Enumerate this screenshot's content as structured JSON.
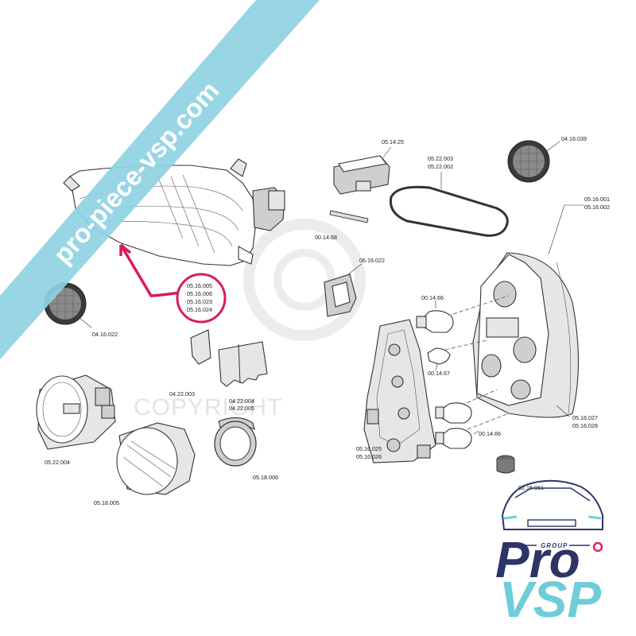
{
  "watermark": {
    "copyright": "COPYRIGHT"
  },
  "banner": {
    "text": "pro-piece-vsp.com",
    "color": "#8fd3e3"
  },
  "highlight": {
    "color": "#d81b60",
    "codes": [
      "05.16.005",
      "05.16.006",
      "05.16.023",
      "05.16.024"
    ]
  },
  "labels": {
    "p_04_16_022": "04.16.022",
    "p_05_22_004": "05.22.004",
    "p_05_18_005": "05.18.005",
    "p_04_22_003": "04.22.003",
    "p_04_22_004": "04.22.004",
    "p_04_22_005": "04.22.005",
    "p_05_18_006": "05.18.006",
    "p_05_14_25": "05.14.25",
    "p_00_14_68": "00.14.68",
    "p_05_22_003": "05.22.003",
    "p_05_22_002": "05.22.002",
    "p_04_16_039": "04.16.039",
    "p_05_16_001": "05.16.001",
    "p_05_16_002": "05.16.002",
    "p_06_16_022": "06.16.022",
    "p_00_14_66_top": "00.14.66",
    "p_00_14_67": "00.14.67",
    "p_00_14_66_bottom": "00.14.66",
    "p_05_16_025": "05.16.025",
    "p_05_16_026": "05.16.026",
    "p_05_16_027": "05.16.027",
    "p_05_16_028": "05.16.028",
    "p_02_16_061": "02.16.061"
  },
  "logo": {
    "group": "GROUP",
    "pro": "Pro",
    "vsp": "VSP",
    "primary_color": "#2d3566",
    "accent_color": "#6fcdd9",
    "dot_color": "#e91e63"
  }
}
